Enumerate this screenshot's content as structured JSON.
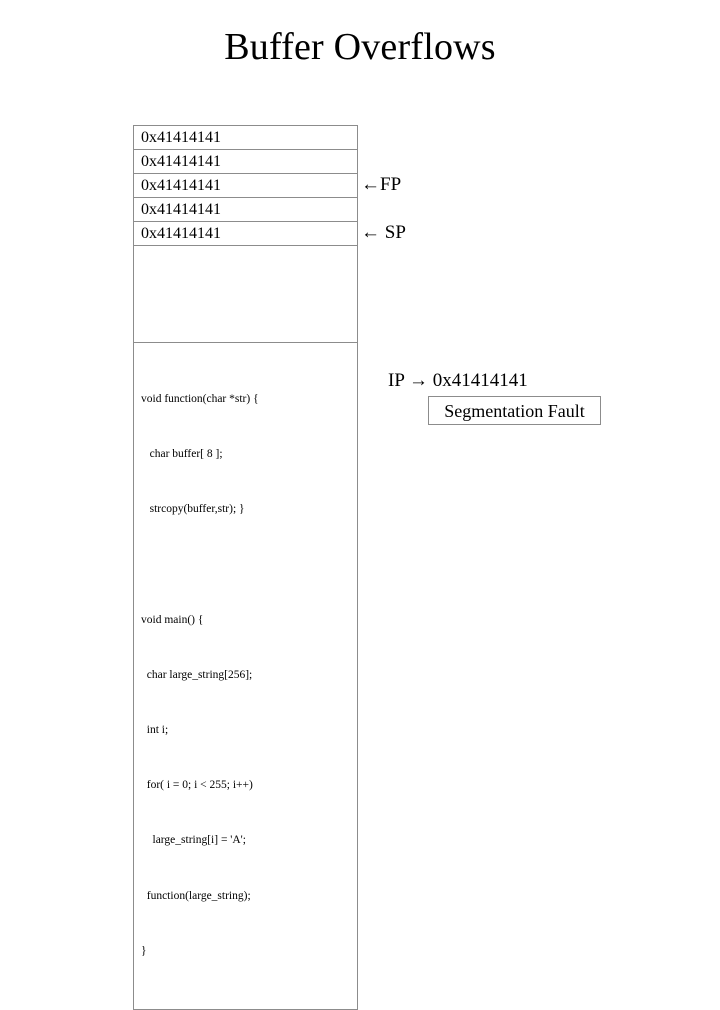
{
  "slide": {
    "title": "Buffer Overflows"
  },
  "stack": {
    "cells": [
      {
        "value": "0x41414141"
      },
      {
        "value": "0x41414141"
      },
      {
        "value": "0x41414141"
      },
      {
        "value": "0x41414141"
      },
      {
        "value": "0x41414141"
      }
    ],
    "empty_cell": ""
  },
  "pointers": {
    "frame_pointer": "←FP",
    "stack_pointer": "← SP"
  },
  "code": {
    "lines": [
      "void function(char *str) {",
      "   char buffer[ 8 ];",
      "   strcopy(buffer,str); }",
      "",
      "void main() {",
      "  char large_string[256];",
      "  int i;",
      "  for( i = 0; i < 255; i++)",
      "    large_string[i] = 'A';",
      "  function(large_string);",
      "}"
    ]
  },
  "annotations": {
    "instruction_pointer": "IP → 0x41414141",
    "segmentation_fault": "Segmentation Fault"
  },
  "colors": {
    "background": "#ffffff",
    "text": "#000000",
    "border": "#8c8c8c"
  }
}
